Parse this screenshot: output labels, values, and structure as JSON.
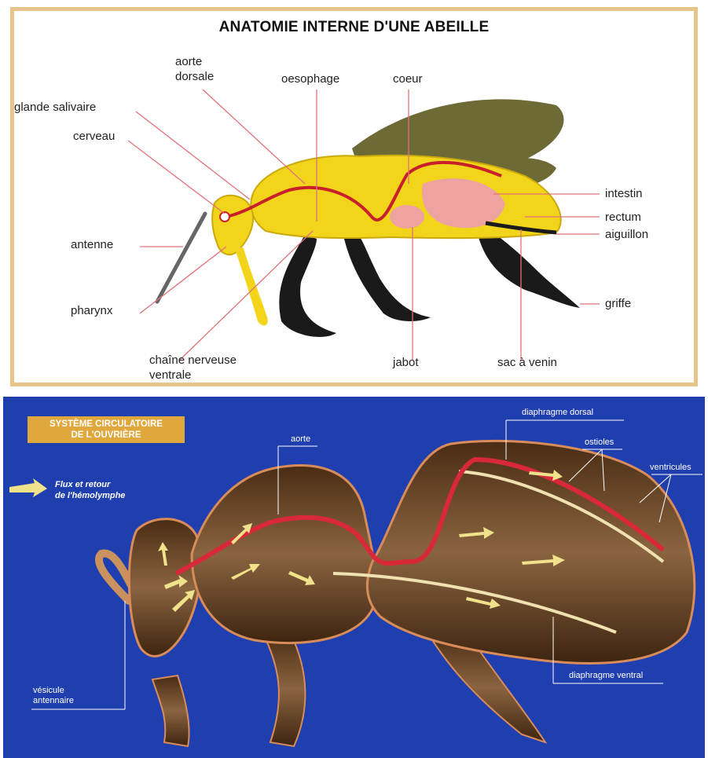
{
  "top_diagram": {
    "title": "ANATOMIE INTERNE D'UNE ABEILLE",
    "labels": {
      "aorte_dorsale": [
        "aorte",
        "dorsale"
      ],
      "oesophage": "oesophage",
      "coeur": "coeur",
      "glande_salivaire": "glande salivaire",
      "cerveau": "cerveau",
      "antenne": "antenne",
      "pharynx": "pharynx",
      "chaine_nerveuse_ventrale": [
        "chaîne nerveuse",
        "ventrale"
      ],
      "jabot": "jabot",
      "sac_a_venin": "sac à venin",
      "intestin": "intestin",
      "rectum": "rectum",
      "aiguillon": "aiguillon",
      "griffe": "griffe"
    },
    "colors": {
      "frame": "#e8c48a",
      "body": "#f2d51a",
      "wing": "#6d6a36",
      "legs": "#1a1a1a",
      "vessel": "#c8202a",
      "gut": "#efa3a0",
      "leader_line": "#e0707a"
    }
  },
  "bottom_diagram": {
    "title": [
      "SYSTÈME CIRCULATOIRE",
      "DE L'OUVRIÈRE"
    ],
    "legend": [
      "Flux et retour",
      "de l'hémolymphe"
    ],
    "labels": {
      "aorte": "aorte",
      "diaphragme_dorsal": "diaphragme dorsal",
      "ostioles": "ostioles",
      "ventricules": "ventricules",
      "vesicule_antennaire": [
        "vésicule",
        "antennaire"
      ],
      "diaphragme_ventral": "diaphragme ventral"
    },
    "colors": {
      "background": "#1f3fae",
      "title_box": "#e0a73c",
      "body": "#6a4628",
      "outline": "#d88c5a",
      "aorta": "#d8283a",
      "arrow": "#f0e28a"
    }
  }
}
